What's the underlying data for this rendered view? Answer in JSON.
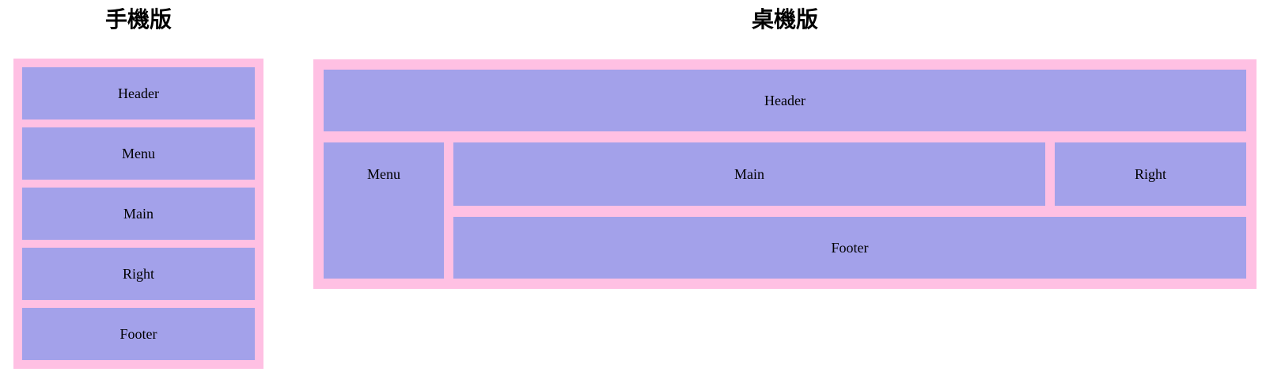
{
  "colors": {
    "page_bg": "#ffffff",
    "frame_bg": "#ffc0e3",
    "box_bg": "#a3a1ea",
    "label_color": "#000000",
    "title_color": "#000000"
  },
  "mobile": {
    "title": "手機版",
    "boxes": [
      {
        "label": "Header"
      },
      {
        "label": "Menu"
      },
      {
        "label": "Main"
      },
      {
        "label": "Right"
      },
      {
        "label": "Footer"
      }
    ]
  },
  "desktop": {
    "title": "桌機版",
    "boxes": {
      "header": "Header",
      "menu": "Menu",
      "main": "Main",
      "right": "Right",
      "footer": "Footer"
    }
  }
}
